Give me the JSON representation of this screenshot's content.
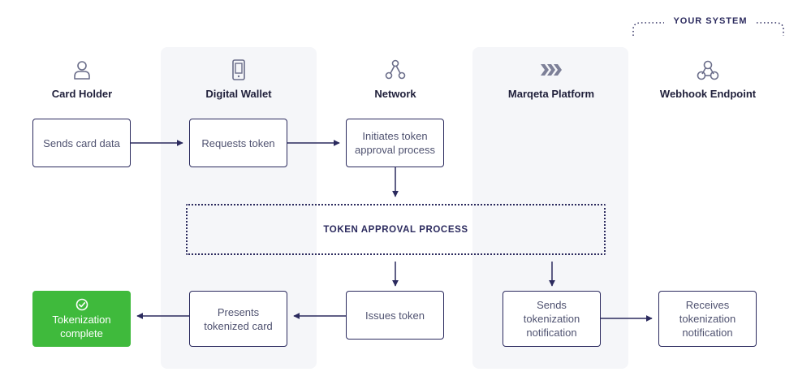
{
  "header": {
    "your_system": "YOUR SYSTEM"
  },
  "lanes": [
    {
      "label": "Card Holder",
      "icon": "person-icon"
    },
    {
      "label": "Digital Wallet",
      "icon": "phone-icon"
    },
    {
      "label": "Network",
      "icon": "network-icon"
    },
    {
      "label": "Marqeta Platform",
      "icon": "chevrons-icon"
    },
    {
      "label": "Webhook Endpoint",
      "icon": "webhook-icon"
    }
  ],
  "boxes": {
    "sends_card_data": "Sends card data",
    "requests_token": "Requests token",
    "initiates_approval": "Initiates token approval process",
    "issues_token": "Issues token",
    "presents_card": "Presents tokenized card",
    "tokenization_complete": "Tokenization complete",
    "sends_notification": "Sends tokenization notification",
    "receives_notification": "Receives tokenization notification"
  },
  "process": {
    "label": "TOKEN APPROVAL PROCESS"
  },
  "colors": {
    "navy": "#2b2a5e",
    "success": "#3fba3c",
    "lane": "#f5f6f9",
    "text": "#4f5270"
  }
}
